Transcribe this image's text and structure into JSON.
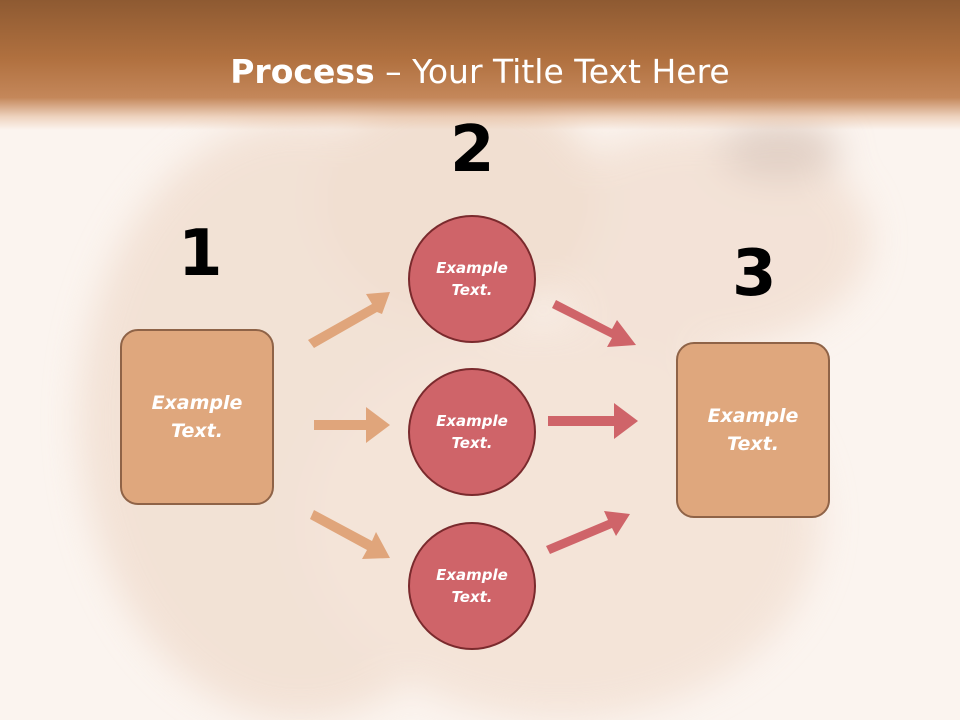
{
  "title": {
    "bold": "Process",
    "rest": " – Your Title Text Here"
  },
  "steps": [
    "1",
    "2",
    "3"
  ],
  "left_box": {
    "text_line1": "Example",
    "text_line2": "Text."
  },
  "circles": [
    {
      "text_line1": "Example",
      "text_line2": "Text."
    },
    {
      "text_line1": "Example",
      "text_line2": "Text."
    },
    {
      "text_line1": "Example",
      "text_line2": "Text."
    }
  ],
  "right_box": {
    "text_line1": "Example",
    "text_line2": "Text."
  },
  "colors": {
    "header": "#b0703f",
    "box": "#dfa77d",
    "circle": "#cf6469",
    "arrow_left": "#e0a57b",
    "arrow_right": "#cf6469"
  }
}
